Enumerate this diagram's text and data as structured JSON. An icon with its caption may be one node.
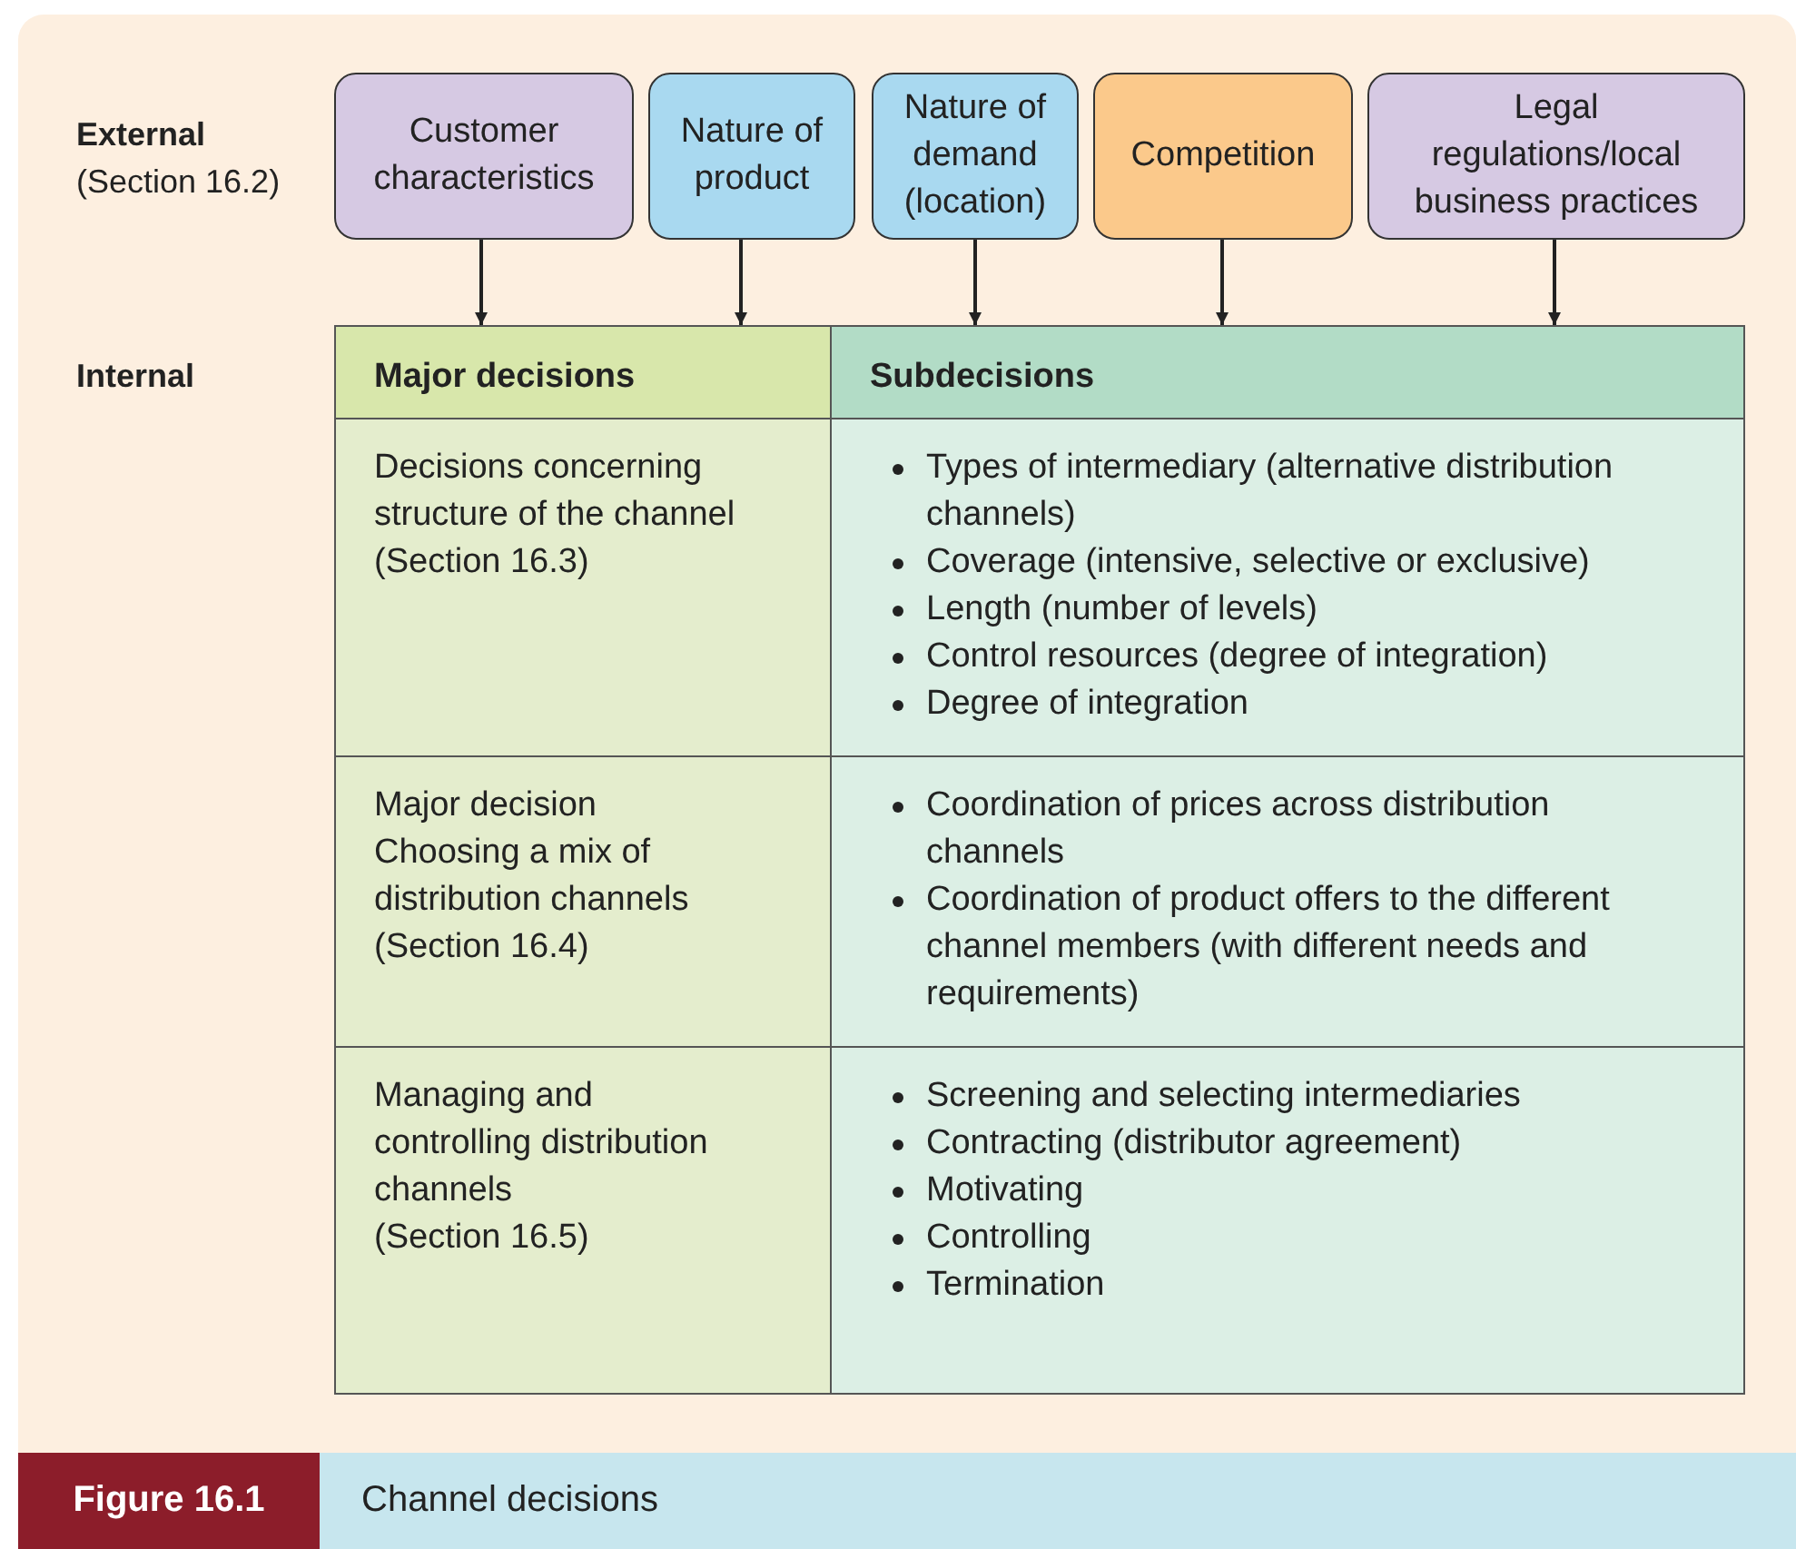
{
  "diagram": {
    "caption": "Channel decisions",
    "nodes": [
      {
        "text": [
          "Customer characteristics"
        ]
      },
      {
        "text": [
          "Nature of product"
        ]
      },
      {
        "text": [
          "Nature of demand (location)"
        ]
      },
      {
        "text": [
          "Competition"
        ]
      },
      {
        "text": [
          "Legal regulations/local business practices"
        ]
      },
      {
        "text": [
          "Major decisions"
        ]
      },
      {
        "text": [
          "Subdecisions"
        ]
      },
      {
        "text": [
          "Decisions concerning structure of the channel",
          "(Section 16.3)"
        ]
      },
      {
        "text": [
          "Types of intermediary (alternative distribution channels)",
          "Coverage (intensive, selective or exclusive)",
          "Length (number of levels)",
          "Control resources (degree of integration)",
          "Degree of integration"
        ]
      },
      {
        "text": [
          "Major decision",
          "Choosing a mix of distribution channels",
          "(Section 16.4)"
        ]
      },
      {
        "text": [
          "Coordination of prices across distribution channels",
          "Coordination of product offers to the different channel members (with different needs and requirements)"
        ]
      },
      {
        "text": [
          "Managing and controlling distribution channels",
          "(Section 16.5)"
        ]
      },
      {
        "text": [
          "Screening and selecting intermediaries",
          "Contracting (distributor agreement)",
          "Motivating",
          "Controlling",
          "Termination"
        ]
      }
    ],
    "edges": [
      {
        "from": 0,
        "to": 5,
        "arrow": "to"
      },
      {
        "from": 1,
        "to": 5,
        "arrow": "to"
      },
      {
        "from": 2,
        "to": 6,
        "arrow": "to"
      },
      {
        "from": 3,
        "to": 6,
        "arrow": "to"
      },
      {
        "from": 4,
        "to": 6,
        "arrow": "to"
      }
    ],
    "labels": [
      "External",
      "(Section 16.2)",
      "Internal",
      "Figure 16.1"
    ]
  }
}
